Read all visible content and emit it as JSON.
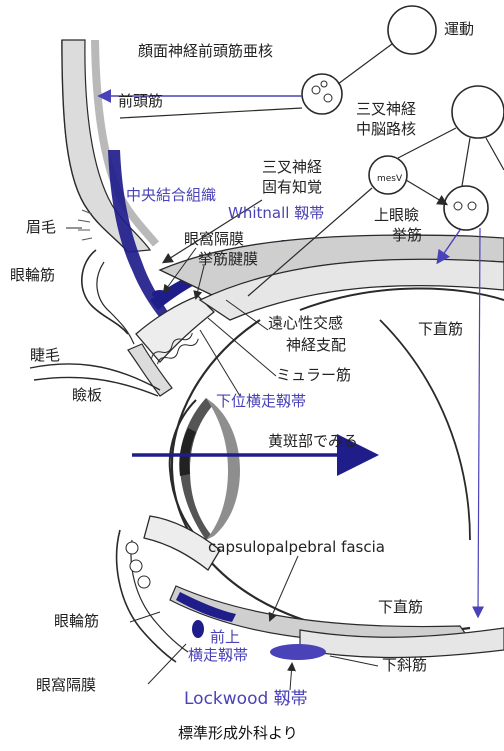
{
  "colors": {
    "ink": "#2a2a2a",
    "accent": "#4a42b8",
    "navy": "#1f1d8a",
    "gray": "#b9b9b9",
    "light_gray": "#dcdcdc"
  },
  "labels": {
    "nucleus_facial": "顔面神経前頭筋亜核",
    "nucleus_motor": "運動",
    "trigeminal_mid1": "三叉神経",
    "trigeminal_mid2": "中脳路核",
    "mesv": "mesV",
    "frontalis": "前頭筋",
    "central_tissue": "中央結合組織",
    "proprio1": "三叉神経",
    "proprio2": "固有知覚",
    "whitnall": "Whitnall 靱帯",
    "levator1": "上眼瞼",
    "levator2": "挙筋",
    "eyebrow": "眉毛",
    "orbicularis_upper": "眼輪筋",
    "septum_upper": "眼窩隔膜",
    "aponeurosis": "挙筋腱膜",
    "sympathetic1": "遠心性交感",
    "sympathetic2": "神経支配",
    "inferior_rectus_upper": "下直筋",
    "eyelashes": "睫毛",
    "muller": "ミュラー筋",
    "tarsus": "瞼板",
    "lower_transverse": "下位横走靱帯",
    "macula": "黄斑部でみる",
    "capsulo": "capsulopalpebral fascia",
    "inferior_rectus_lower": "下直筋",
    "orbicularis_lower": "眼輪筋",
    "ant_sup1": "前上",
    "ant_sup2": "横走靱帯",
    "inferior_oblique": "下斜筋",
    "septum_lower": "眼窩隔膜",
    "lockwood": "Lockwood 靱帯",
    "caption": "標準形成外科より"
  }
}
